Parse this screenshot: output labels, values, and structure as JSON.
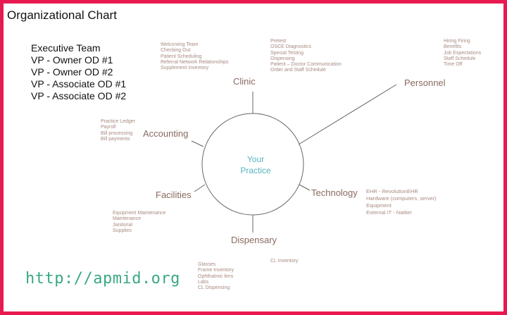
{
  "title": "Organizational Chart",
  "executive_team": [
    "Executive Team",
    "VP - Owner OD #1",
    "VP - Owner OD #2",
    "VP - Associate OD #1",
    "VP - Associate OD #2"
  ],
  "center": {
    "line1": "Your",
    "line2": "Practice",
    "color": "#5ab4c0"
  },
  "nodes": {
    "clinic": {
      "label": "Clinic",
      "items_left": [
        "Welcoming Team",
        "Checking Out",
        "Patient Scheduling",
        "Referral Network Relationships",
        "Supplement Inventory"
      ],
      "items_right": [
        "Pretest",
        "OSCE Diagnostics",
        "Special Testing",
        "Dispensing",
        "Patient – Doctor Communication",
        "Order and Staff Schedule"
      ]
    },
    "personnel": {
      "label": "Personnel",
      "items": [
        "Hiring Firing",
        "Benefits",
        "Job Expectations",
        "Staff Schedule",
        "Time Off"
      ]
    },
    "accounting": {
      "label": "Accounting",
      "items": [
        "Practice Ledger",
        "Payroll",
        "Bill processing",
        "Bill payments"
      ]
    },
    "technology": {
      "label": "Technology",
      "items": [
        "EHR - RevolutionEHR",
        "Hardware (computers, server)",
        "Equipment",
        "External IT - Nattier"
      ]
    },
    "facilities": {
      "label": "Facilities",
      "items": [
        "Equipment Maintenance",
        "Maintenance",
        "Janitorial",
        "Supplies"
      ]
    },
    "dispensary": {
      "label": "Dispensary",
      "items": [
        "Glasses",
        "Frame Inventory",
        "Ophthalmic lens",
        "Labs",
        "CL Dispensing"
      ],
      "items_right": [
        "CL Inventory"
      ]
    }
  },
  "watermark": "http://apmid.org",
  "colors": {
    "border": "#e8194f",
    "watermark": "#3aa885",
    "label": "#8a6a60"
  }
}
